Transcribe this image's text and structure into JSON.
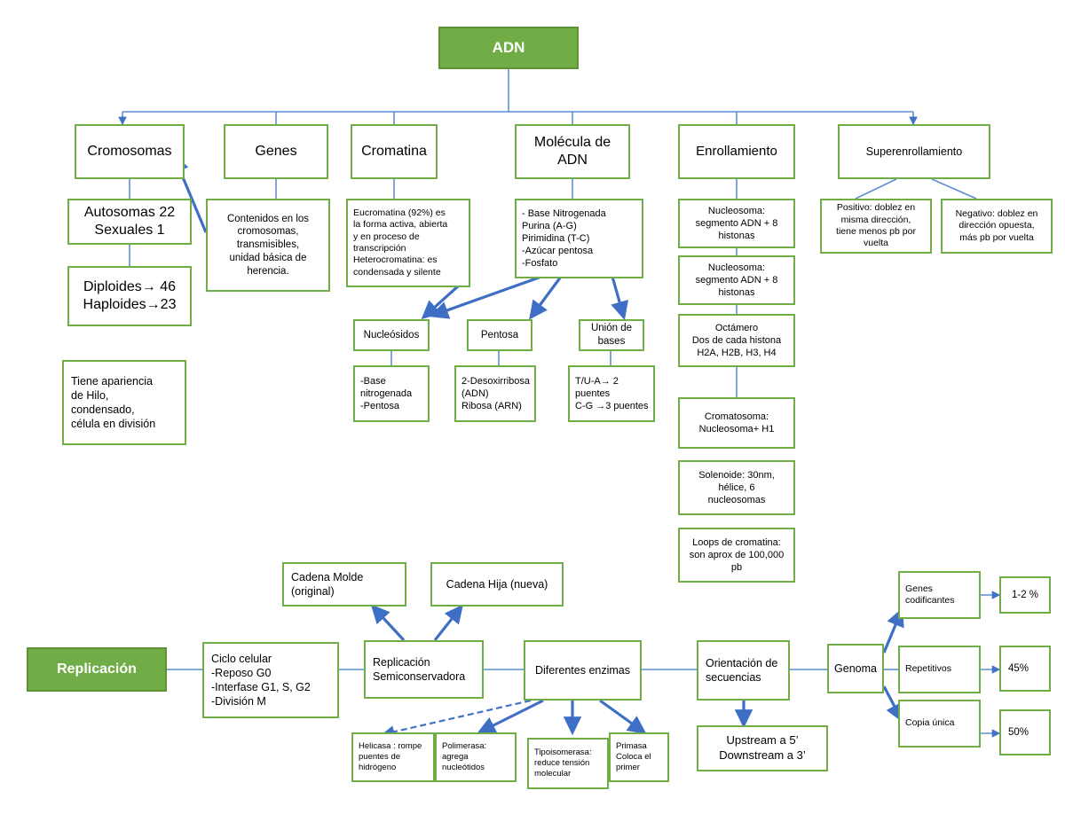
{
  "diagram": {
    "title": "Mapa conceptual ADN",
    "colors": {
      "fill_green": "#70AD47",
      "border_green": "#70AD47",
      "connector_blue": "#5B8FD4",
      "arrow_blue": "#4472C4",
      "text_white": "#FFFFFF",
      "text_black": "#000000"
    },
    "nodes": {
      "adn": "ADN",
      "cromosomas": "Cromosomas",
      "autosomas": "Autosomas 22\nSexuales 1",
      "diploides": "Diploides→ 46\nHaploides→23",
      "apariencia": "Tiene apariencia\nde Hilo,\ncondensado,\ncélula en división",
      "genes": "Genes",
      "genes_desc": "Contenidos en los\ncromosomas,\ntransmisibles,\nunidad básica de\nherencia.",
      "cromatina": "Cromatina",
      "cromatina_desc": "Eucromatina (92%) es\nla forma activa, abierta\ny en proceso de\ntranscripción\nHeterocromatina: es\ncondensada y silente",
      "molecula_adn": "Molécula de\nADN",
      "molecula_desc": "- Base Nitrogenada\n            Purina (A-G)\n            Pirimidina (T-C)\n-Azúcar pentosa\n-Fosfato",
      "nucleosidos": "Nucleósidos",
      "nucleosidos_desc": "-Base\nnitrogenada\n-Pentosa",
      "pentosa": "Pentosa",
      "pentosa_desc": "2-Desoxirribosa\n(ADN)\nRibosa (ARN)",
      "union_bases": "Unión de\nbases",
      "union_bases_desc": "T/U-A→ 2\npuentes\nC-G →3 puentes",
      "enrollamiento": "Enrollamiento",
      "nucleosoma1": "Nucleosoma:\nsegmento ADN + 8\nhistonas",
      "nucleosoma2": "Nucleosoma:\nsegmento ADN + 8\nhistonas",
      "octamero": "Octámero\nDos de cada histona\nH2A, H2B, H3, H4",
      "cromatosoma": "Cromatosoma:\nNucleosoma+ H1",
      "solenoide": "Solenoide: 30nm,\nhélice, 6\nnucleosomas",
      "loops": "Loops de cromatina:\nson aprox de 100,000\npb",
      "superenrollamiento": "Superenrollamiento",
      "positivo": "Positivo: doblez en\nmisma dirección,\ntiene menos pb por\nvuelta",
      "negativo": "Negativo: doblez en\ndirección opuesta,\nmás pb por vuelta",
      "replicacion": "Replicación",
      "ciclo_celular": "Ciclo celular\n-Reposo G0\n-Interfase G1, S, G2\n-División M",
      "replicacion_semi": "Replicación\nSemiconservadora",
      "cadena_molde": "Cadena Molde\n(original)",
      "cadena_hija": "Cadena Hija (nueva)",
      "diferentes_enzimas": "Diferentes enzimas",
      "helicasa": "Helicasa : rompe\npuentes de\nhidrógeno",
      "polimerasa": "Polimerasa:\nagrega\nnucleótidos",
      "tipoisomerasa": "Tipoisomerasa:\nreduce tensión\nmolecular",
      "primasa": "Primasa\nColoca el\nprimer",
      "orientacion": "Orientación de\nsecuencias",
      "upstream": "Upstream a 5’\nDownstream a 3’",
      "genoma": "Genoma",
      "genes_codificantes": "Genes\ncodificantes",
      "pct_codificantes": "1-2 %",
      "repetitivos": "Repetitivos",
      "pct_repetitivos": "45%",
      "copia_unica": "Copia única",
      "pct_copia_unica": "50%"
    }
  }
}
